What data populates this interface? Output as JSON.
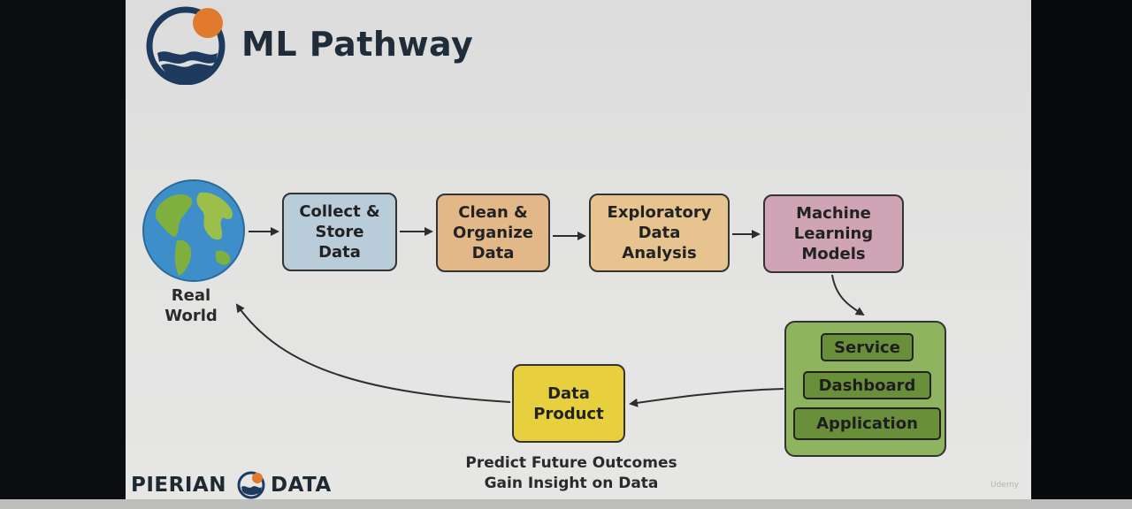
{
  "slide": {
    "title": "ML Pathway",
    "real_world_label": "Real\nWorld",
    "steps": {
      "collect": "Collect &\nStore\nData",
      "clean": "Clean &\nOrganize\nData",
      "eda": "Exploratory\nData\nAnalysis",
      "ml": "Machine\nLearning\nModels"
    },
    "outputs": {
      "service": "Service",
      "dashboard": "Dashboard",
      "application": "Application"
    },
    "data_product": "Data\nProduct",
    "caption": "Predict Future Outcomes\nGain Insight on Data",
    "footer": {
      "brand_left": "PIERIAN",
      "brand_right": "DATA"
    },
    "watermark": "Udemy"
  },
  "colors": {
    "title": "#1f2d3a",
    "collect": "#b9ccd9",
    "clean": "#e3b888",
    "eda": "#e7c390",
    "ml": "#cfa4b5",
    "outputs": "#8fb45f",
    "output_items": "#6a8f3b",
    "product": "#e8cf3e",
    "logo_orange": "#e07a2c",
    "logo_navy": "#1e3a5f"
  },
  "icons": {
    "logo": "wave-sun-logo",
    "globe": "earth-globe-icon"
  }
}
